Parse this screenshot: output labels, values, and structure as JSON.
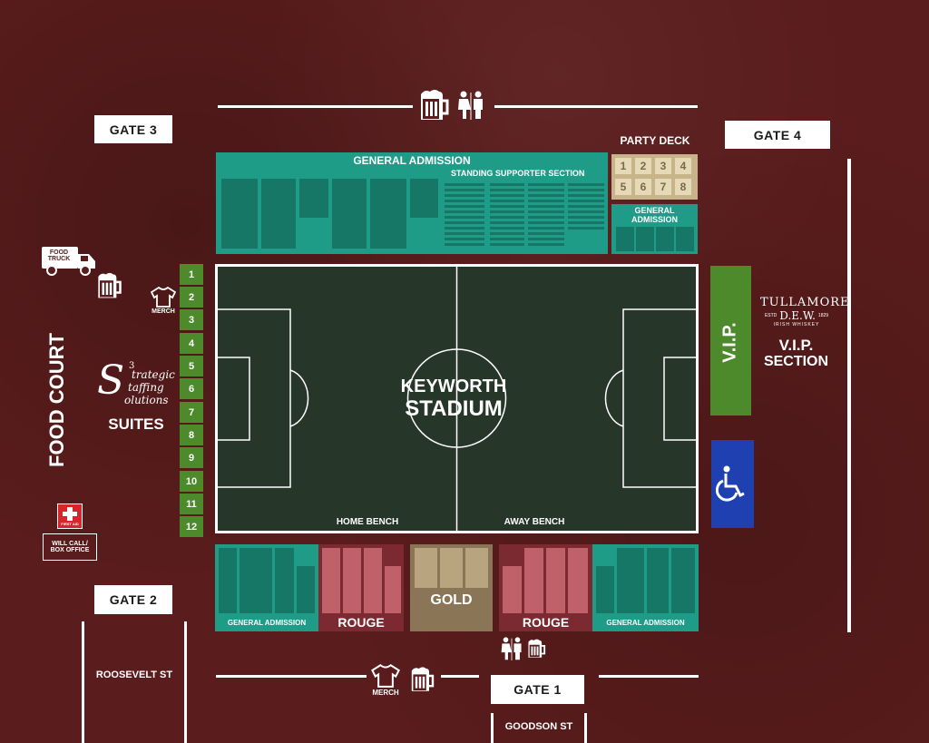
{
  "gates": {
    "gate1": "GATE 1",
    "gate2": "GATE 2",
    "gate3": "GATE 3",
    "gate4": "GATE 4"
  },
  "streets": {
    "roosevelt": "ROOSEVELT ST",
    "goodson": "GOODSON ST"
  },
  "stadium": {
    "line1": "KEYWORTH",
    "line2": "STADIUM",
    "home_bench": "HOME BENCH",
    "away_bench": "AWAY BENCH"
  },
  "north_stand": {
    "general_admission": "GENERAL ADMISSION",
    "standing": "STANDING SUPPORTER SECTION",
    "party_deck": "PARTY DECK",
    "party_deck_boxes": [
      "1",
      "2",
      "3",
      "4",
      "5",
      "6",
      "7",
      "8"
    ],
    "deck_ga_line1": "GENERAL",
    "deck_ga_line2": "ADMISSION"
  },
  "west": {
    "food_court": "FOOD COURT",
    "food_truck": "FOOD TRUCK",
    "merch": "MERCH",
    "suites": "SUITES",
    "suite_numbers": [
      "1",
      "2",
      "3",
      "4",
      "5",
      "6",
      "7",
      "8",
      "9",
      "10",
      "11",
      "12"
    ],
    "sponsor": {
      "l1": "trategic",
      "l2": "taffing",
      "l3": "olutions",
      "sup": "3"
    },
    "first_aid": "FIRST AID",
    "will_call_line1": "WILL CALL/",
    "will_call_line2": "BOX OFFICE"
  },
  "east": {
    "vip": "V.I.P.",
    "vip_section_line1": "V.I.P.",
    "vip_section_line2": "SECTION",
    "sponsor": {
      "line1": "TULLAMORE",
      "est": "ESTD",
      "dew": "D.E.W.",
      "year": "1829",
      "sub": "IRISH WHISKEY"
    }
  },
  "south_stand": {
    "ga_left": "GENERAL ADMISSION",
    "rouge_left": "ROUGE",
    "gold": "GOLD",
    "rouge_right": "ROUGE",
    "ga_right": "GENERAL ADMISSION",
    "merch": "MERCH"
  },
  "colors": {
    "background": "#5a1c1c",
    "pitch": "#26372a",
    "teal": "#1f9c88",
    "green": "#4c8a2c",
    "rouge": "#7a2a30",
    "gold": "#8a7657",
    "accessible": "#1f40b0"
  }
}
